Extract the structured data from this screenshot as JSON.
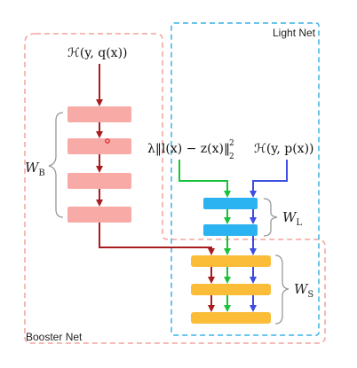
{
  "regions": {
    "booster_net": "Booster Net",
    "light_net": "Light Net"
  },
  "inputs": {
    "booster_loss": "ℋ(y, q(x))",
    "distill_loss_main": "λ‖l(x) − z(x)‖",
    "distill_loss_sup": "2",
    "distill_loss_sub": "2",
    "light_loss": "ℋ(y, p(x))"
  },
  "weights": {
    "booster": {
      "symbol": "W",
      "sub": "B"
    },
    "light": {
      "symbol": "W",
      "sub": "L"
    },
    "shared": {
      "symbol": "W",
      "sub": "S"
    }
  },
  "colors": {
    "booster_region": "#f2a49c",
    "light_region": "#3cb2e6",
    "booster_layer": "#f8aba6",
    "light_layer": "#2ab3f0",
    "shared_layer": "#fbbc37",
    "booster_arrow": "#a81c20",
    "green_arrow": "#19c23a",
    "blue_arrow": "#3c4de0",
    "brace": "#999999"
  },
  "icons": {
    "marker": "red-dot-icon"
  }
}
